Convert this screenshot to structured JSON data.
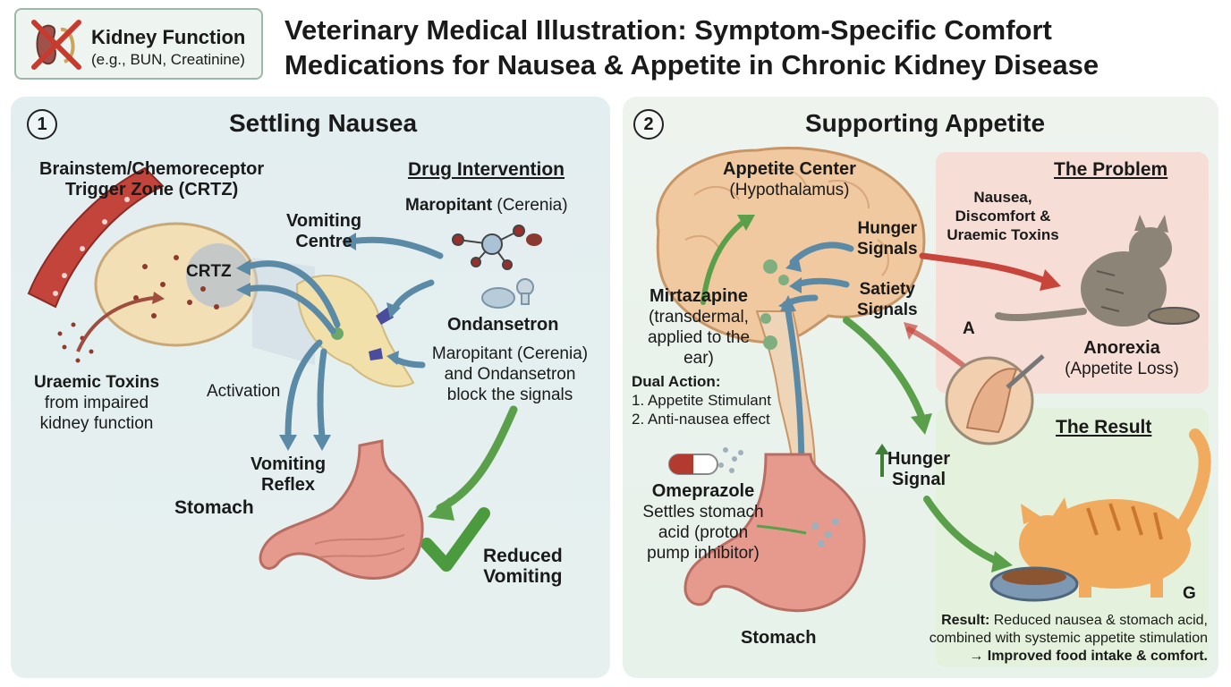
{
  "header": {
    "badge_title": "Kidney Function",
    "badge_sub": "(e.g., BUN, Creatinine)",
    "title_line1": "Veterinary Medical Illustration: Symptom-Specific Comfort",
    "title_line2": "Medications for Nausea & Appetite in Chronic Kidney Disease"
  },
  "panel1": {
    "number": "1",
    "title": "Settling Nausea",
    "crtz_label_1": "Brainstem/Chemoreceptor",
    "crtz_label_2": "Trigger Zone (CRTZ)",
    "crtz_short": "CRTZ",
    "vomiting_centre_1": "Vomiting",
    "vomiting_centre_2": "Centre",
    "drug_intervention": "Drug Intervention",
    "maropitant_name": "Maropitant",
    "maropitant_brand": " (Cerenia)",
    "ondansetron": "Ondansetron",
    "block_1": "Maropitant (Cerenia)",
    "block_2": "and Ondansetron",
    "block_3": "block the signals",
    "uraemic_1": "Uraemic Toxins",
    "uraemic_2": "from impaired",
    "uraemic_3": "kidney function",
    "activation": "Activation",
    "vomiting_reflex_1": "Vomiting",
    "vomiting_reflex_2": "Reflex",
    "stomach": "Stomach",
    "reduced_1": "Reduced",
    "reduced_2": "Vomiting"
  },
  "panel2": {
    "number": "2",
    "title": "Supporting Appetite",
    "appetite_center_1": "Appetite Center",
    "appetite_center_2": "(Hypothalamus)",
    "hunger_signals_1": "Hunger",
    "hunger_signals_2": "Signals",
    "satiety_1": "Satiety",
    "satiety_2": "Signals",
    "mirtazapine": "Mirtazapine",
    "mirt_1": "(transdermal,",
    "mirt_2": "applied to the",
    "mirt_3": "ear)",
    "dual_action": "Dual Action:",
    "dual_1": "1. Appetite Stimulant",
    "dual_2": "2. Anti-nausea effect",
    "omeprazole": "Omeprazole",
    "ome_1": "Settles stomach",
    "ome_2": "acid (proton",
    "ome_3": "pump inhibitor)",
    "stomach": "Stomach",
    "hunger_signal_1": "Hunger",
    "hunger_signal_2": "Signal",
    "problem_title": "The Problem",
    "problem_1": "Nausea,",
    "problem_2": "Discomfort &",
    "problem_3": "Uraemic Toxins",
    "marker_a": "A",
    "anorexia_1": "Anorexia",
    "anorexia_2": "(Appetite Loss)",
    "result_title": "The Result",
    "marker_g": "G",
    "result_label": "Result:",
    "result_1": " Reduced nausea & stomach acid,",
    "result_2": "combined with systemic appetite stimulation",
    "result_3": "→ Improved food intake & comfort."
  },
  "colors": {
    "arrow_blue": "#5b8aa6",
    "arrow_green": "#5aa04a",
    "arrow_red": "#c8453c",
    "stomach": "#e69a8e",
    "brain": "#f0c9a0"
  }
}
